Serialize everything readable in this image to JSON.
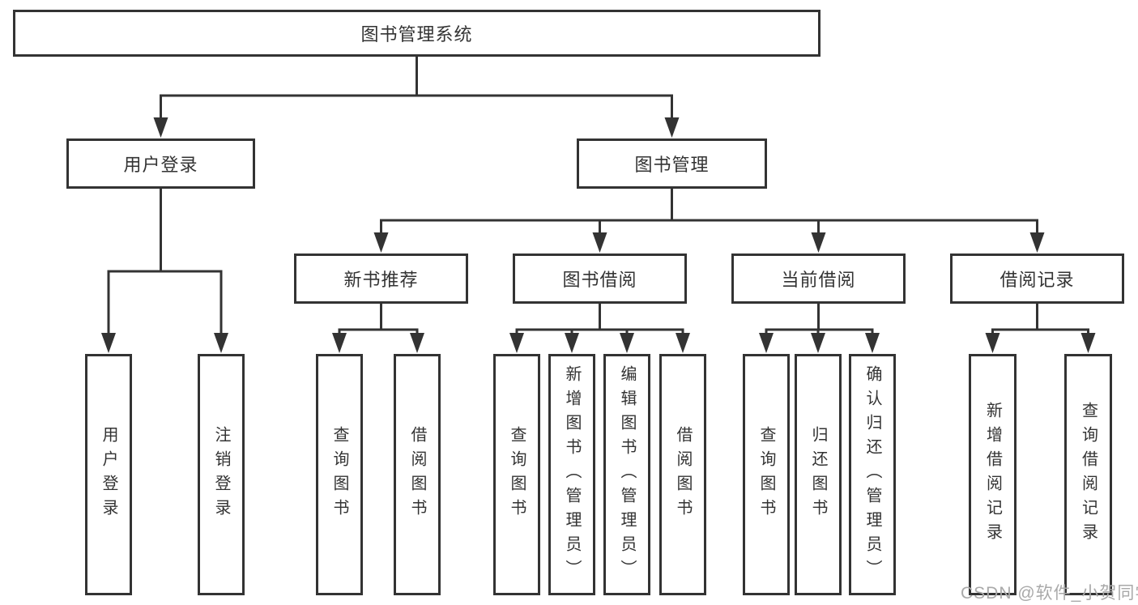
{
  "diagram_title": "图书管理系统",
  "watermark": "CSDN @软件_小贺同学",
  "colors": {
    "line": "#333333",
    "text": "#333333",
    "background": "#ffffff",
    "watermark": "#a9a9a9"
  },
  "nodes": [
    {
      "id": "root",
      "label": "图书管理系统",
      "parent": null
    },
    {
      "id": "user-login",
      "label": "用户登录",
      "parent": "root"
    },
    {
      "id": "book-management",
      "label": "图书管理",
      "parent": "root"
    },
    {
      "id": "new-book-recommend",
      "label": "新书推荐",
      "parent": "book-management"
    },
    {
      "id": "book-borrowing",
      "label": "图书借阅",
      "parent": "book-management"
    },
    {
      "id": "current-borrowing",
      "label": "当前借阅",
      "parent": "book-management"
    },
    {
      "id": "borrowing-records",
      "label": "借阅记录",
      "parent": "book-management"
    },
    {
      "id": "leaf-user-login",
      "label": "用户登录",
      "parent": "user-login"
    },
    {
      "id": "leaf-logout",
      "label": "注销登录",
      "parent": "user-login"
    },
    {
      "id": "leaf-query-book-rec",
      "label": "查询图书",
      "parent": "new-book-recommend"
    },
    {
      "id": "leaf-borrow-book-rec",
      "label": "借阅图书",
      "parent": "new-book-recommend"
    },
    {
      "id": "leaf-query-book-bor",
      "label": "查询图书",
      "parent": "book-borrowing"
    },
    {
      "id": "leaf-add-book-admin",
      "label": "新增图书（管理员）",
      "parent": "book-borrowing"
    },
    {
      "id": "leaf-edit-book-admin",
      "label": "编辑图书（管理员）",
      "parent": "book-borrowing"
    },
    {
      "id": "leaf-borrow-book-bor",
      "label": "借阅图书",
      "parent": "book-borrowing"
    },
    {
      "id": "leaf-query-book-cur",
      "label": "查询图书",
      "parent": "current-borrowing"
    },
    {
      "id": "leaf-return-book",
      "label": "归还图书",
      "parent": "current-borrowing"
    },
    {
      "id": "leaf-confirm-return",
      "label": "确认归还（管理员）",
      "parent": "current-borrowing"
    },
    {
      "id": "leaf-add-borrow-record",
      "label": "新增借阅记录",
      "parent": "borrowing-records"
    },
    {
      "id": "leaf-query-borrow-record",
      "label": "查询借阅记录",
      "parent": "borrowing-records"
    }
  ]
}
